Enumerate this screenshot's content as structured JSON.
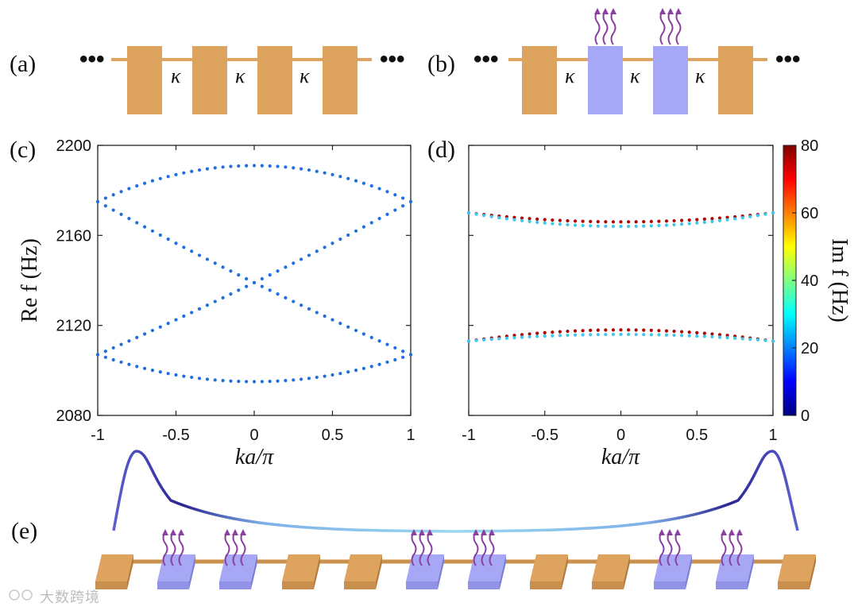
{
  "panels": {
    "a": "(a)",
    "b": "(b)",
    "c": "(c)",
    "d": "(d)",
    "e": "(e)"
  },
  "schematic": {
    "ellipsis": "•••",
    "coupling_symbol": "κ",
    "colors": {
      "passive": "#DDA35F",
      "lossy": "#A6A8F5",
      "wave": "#8B3FA0"
    }
  },
  "watermark": "大数跨境",
  "chart_data": [
    {
      "type": "scatter",
      "panel": "(c)",
      "xlabel": "ka/π",
      "ylabel": "Re f (Hz)",
      "xlim": [
        -1,
        1
      ],
      "ylim": [
        2080,
        2200
      ],
      "xticks": [
        "-1",
        "-0.5",
        "0",
        "0.5",
        "1"
      ],
      "yticks": [
        "2080",
        "2120",
        "2160",
        "2200"
      ],
      "marker_color": "#1F6FE0",
      "series": [
        {
          "x_range": [
            -1,
            1
          ],
          "points": 41,
          "endpoints": [
            2175,
            2175
          ],
          "center": 2191
        },
        {
          "x_range": [
            -1,
            1
          ],
          "points": 41,
          "endpoints": [
            2107,
            2175
          ],
          "center": 2139
        },
        {
          "x_range": [
            -1,
            1
          ],
          "points": 41,
          "endpoints": [
            2175,
            2107
          ],
          "center": 2139
        },
        {
          "x_range": [
            -1,
            1
          ],
          "points": 41,
          "endpoints": [
            2107,
            2107
          ],
          "center": 2095
        }
      ]
    },
    {
      "type": "scatter",
      "panel": "(d)",
      "xlabel": "ka/π",
      "xlim": [
        -1,
        1
      ],
      "ylim": [
        2080,
        2200
      ],
      "xticks": [
        "-1",
        "-0.5",
        "0",
        "0.5",
        "1"
      ],
      "series": [
        {
          "x_range": [
            -1,
            1
          ],
          "points": 41,
          "endpoints": [
            2170,
            2170
          ],
          "center": 2166,
          "color": "#B00000"
        },
        {
          "x_range": [
            -1,
            1
          ],
          "points": 41,
          "endpoints": [
            2170,
            2170
          ],
          "center": 2164,
          "color": "#3FC7F0"
        },
        {
          "x_range": [
            -1,
            1
          ],
          "points": 41,
          "endpoints": [
            2113,
            2113
          ],
          "center": 2118,
          "color": "#B00000"
        },
        {
          "x_range": [
            -1,
            1
          ],
          "points": 41,
          "endpoints": [
            2113,
            2113
          ],
          "center": 2116,
          "color": "#3FC7F0"
        }
      ],
      "colorbar": {
        "label": "Im f (Hz)",
        "range": [
          0,
          80
        ],
        "ticks": [
          "0",
          "20",
          "40",
          "60",
          "80"
        ],
        "colormap": "jet"
      }
    }
  ]
}
